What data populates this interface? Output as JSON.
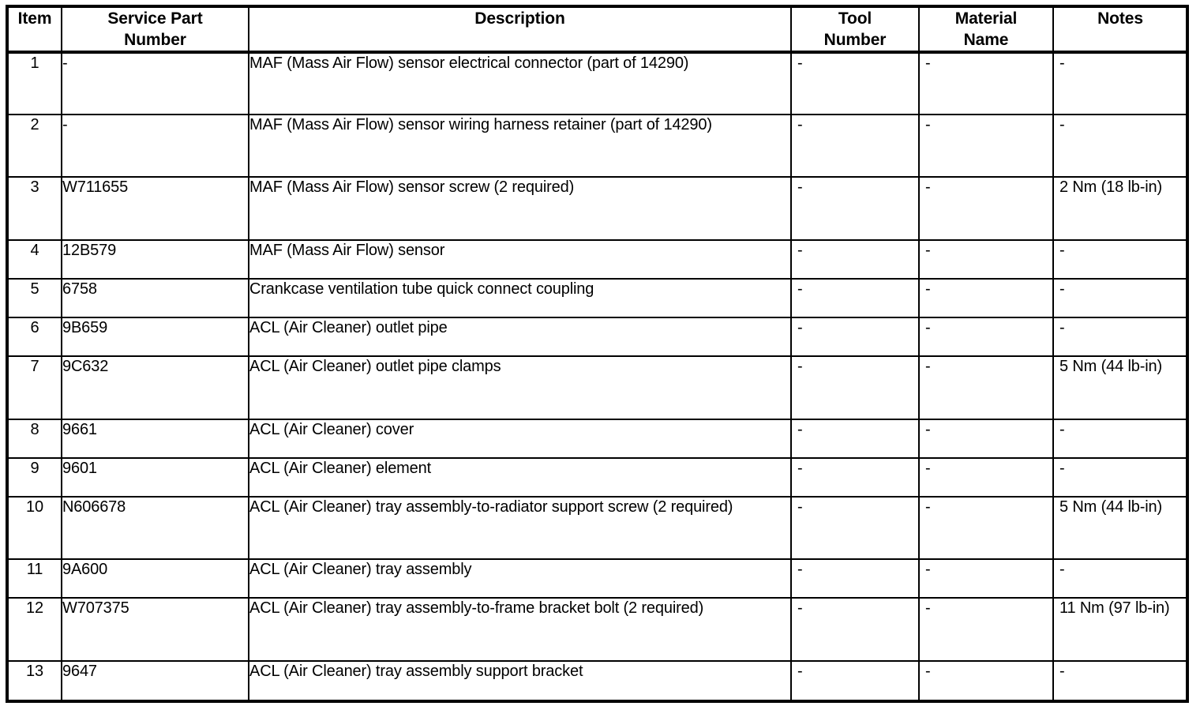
{
  "table": {
    "columns": [
      {
        "key": "item",
        "label": "Item"
      },
      {
        "key": "service_part_number",
        "label": "Service Part\nNumber",
        "label_line1": "Service Part",
        "label_line2": "Number"
      },
      {
        "key": "description",
        "label": "Description"
      },
      {
        "key": "tool_number",
        "label": "Tool\nNumber",
        "label_line1": "Tool",
        "label_line2": "Number"
      },
      {
        "key": "material_name",
        "label": "Material\nName",
        "label_line1": "Material",
        "label_line2": "Name"
      },
      {
        "key": "notes",
        "label": "Notes"
      }
    ],
    "rows": [
      {
        "item": "1",
        "service_part_number": "-",
        "description": "MAF (Mass Air Flow) sensor electrical connector (part of 14290)",
        "tool_number": "-",
        "material_name": "-",
        "notes": "-"
      },
      {
        "item": "2",
        "service_part_number": "-",
        "description": "MAF (Mass Air Flow) sensor wiring harness retainer (part of 14290)",
        "tool_number": "-",
        "material_name": "-",
        "notes": "-"
      },
      {
        "item": "3",
        "service_part_number": "W711655",
        "description": "MAF (Mass Air Flow) sensor screw (2 required)",
        "tool_number": "-",
        "material_name": "-",
        "notes": "2 Nm (18 lb-in)"
      },
      {
        "item": "4",
        "service_part_number": "12B579",
        "description": "MAF (Mass Air Flow) sensor",
        "tool_number": "-",
        "material_name": "-",
        "notes": "-"
      },
      {
        "item": "5",
        "service_part_number": "6758",
        "description": "Crankcase ventilation tube quick connect coupling",
        "tool_number": "-",
        "material_name": "-",
        "notes": "-"
      },
      {
        "item": "6",
        "service_part_number": "9B659",
        "description": "ACL (Air Cleaner) outlet pipe",
        "tool_number": "-",
        "material_name": "-",
        "notes": "-"
      },
      {
        "item": "7",
        "service_part_number": "9C632",
        "description": "ACL (Air Cleaner) outlet pipe clamps",
        "tool_number": "-",
        "material_name": "-",
        "notes": "5 Nm (44 lb-in)"
      },
      {
        "item": "8",
        "service_part_number": "9661",
        "description": "ACL (Air Cleaner) cover",
        "tool_number": "-",
        "material_name": "-",
        "notes": "-"
      },
      {
        "item": "9",
        "service_part_number": "9601",
        "description": "ACL (Air Cleaner) element",
        "tool_number": "-",
        "material_name": "-",
        "notes": "-"
      },
      {
        "item": "10",
        "service_part_number": "N606678",
        "description": "ACL (Air Cleaner) tray assembly-to-radiator support screw (2 required)",
        "tool_number": "-",
        "material_name": "-",
        "notes": "5 Nm (44 lb-in)"
      },
      {
        "item": "11",
        "service_part_number": "9A600",
        "description": "ACL (Air Cleaner) tray assembly",
        "tool_number": "-",
        "material_name": "-",
        "notes": "-"
      },
      {
        "item": "12",
        "service_part_number": "W707375",
        "description": "ACL (Air Cleaner) tray assembly-to-frame bracket bolt (2 required)",
        "tool_number": "-",
        "material_name": "-",
        "notes": "11 Nm (97 lb-in)"
      },
      {
        "item": "13",
        "service_part_number": "9647",
        "description": "ACL (Air Cleaner) tray assembly support bracket",
        "tool_number": "-",
        "material_name": "-",
        "notes": "-"
      }
    ]
  },
  "colors": {
    "text": "#000000",
    "background": "#ffffff",
    "border": "#000000"
  }
}
